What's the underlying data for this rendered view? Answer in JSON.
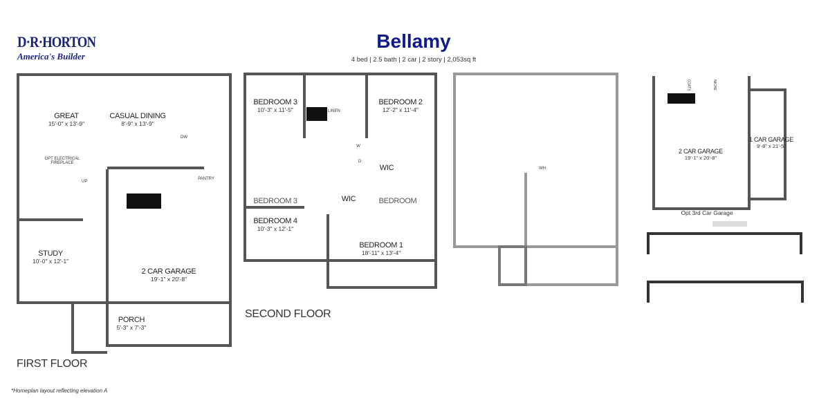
{
  "brand": {
    "name": "D·R·HORTON",
    "tagline": "America's Builder"
  },
  "header": {
    "title": "Bellamy",
    "specs": "4 bed | 2.5 bath  | 2 car  | 2 story |  2,053sq ft"
  },
  "first_floor": {
    "label": "FIRST FLOOR",
    "rooms": [
      {
        "name": "GREAT",
        "dims": "15'-0\" x 13'-9\""
      },
      {
        "name": "CASUAL DINING",
        "dims": "8'-9\" x 13'-9\""
      },
      {
        "name": "STUDY",
        "dims": "10'-0\" x 12'-1\""
      },
      {
        "name": "2 CAR GARAGE",
        "dims": "19'-1\" x 20'-8\""
      },
      {
        "name": "PORCH",
        "dims": "5'-3\" x 7'-3\""
      }
    ],
    "notes": {
      "dw": "DW",
      "fireplace": "OPT ELECTRICAL FIREPLACE",
      "up": "UP",
      "pantry": "PANTRY"
    }
  },
  "second_floor": {
    "label": "SECOND FLOOR",
    "rooms": [
      {
        "name": "BEDROOM 3",
        "dims": "10'-3\" x 11'-5\""
      },
      {
        "name": "BEDROOM 2",
        "dims": "12'-2\" x 11'-4\""
      },
      {
        "name": "BEDROOM 4",
        "dims": "10'-3\" x 12'-1\""
      },
      {
        "name": "BEDROOM 1",
        "dims": "18'-11\" x 13'-4\""
      }
    ],
    "notes": {
      "linen": "LINEN",
      "wic_1": "WIC",
      "wic_2": "WIC",
      "w": "W",
      "d": "D",
      "ghost_bedroom_3": "BEDROOM 3",
      "ghost_bedroom": "BEDROOM"
    }
  },
  "alt_floor": {
    "wh": "WH"
  },
  "garage_option": {
    "label": "Opt 3rd Car Garage",
    "rooms": [
      {
        "name": "2 CAR GARAGE",
        "dims": "19'-1\" x 20'-8\""
      },
      {
        "name": "1 CAR GARAGE",
        "dims": "9'-8\" x 21'-5\""
      }
    ],
    "notes": {
      "coats": "COATS",
      "niche": "NICHE"
    }
  },
  "footnote": "*Homeplan layout reflecting elevation A",
  "colors": {
    "brand": "#1a237e",
    "title": "#0d1b8c",
    "wall": "#555555"
  }
}
